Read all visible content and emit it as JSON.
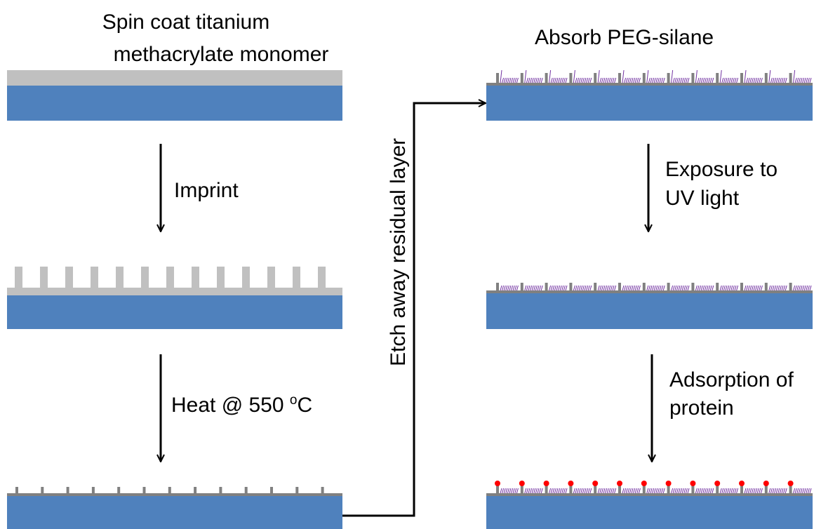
{
  "colors": {
    "substrate": "#4f81bd",
    "monomer": "#c0c0c0",
    "titania": "#808080",
    "peg": "#7030a0",
    "protein": "#ff0000",
    "arrow": "#000000"
  },
  "steps": {
    "spin_coat": {
      "line1": "Spin coat titanium",
      "line2": "methacrylate monomer"
    },
    "imprint": "Imprint",
    "heat": {
      "prefix": "Heat @ 550 ",
      "sup": "o",
      "unit": "C"
    },
    "etch": "Etch away residual layer",
    "absorb": "Absorb PEG-silane",
    "uv": {
      "line1": "Exposure to",
      "line2": "UV light"
    },
    "protein": {
      "line1": "Adsorption of",
      "line2": "protein"
    }
  }
}
